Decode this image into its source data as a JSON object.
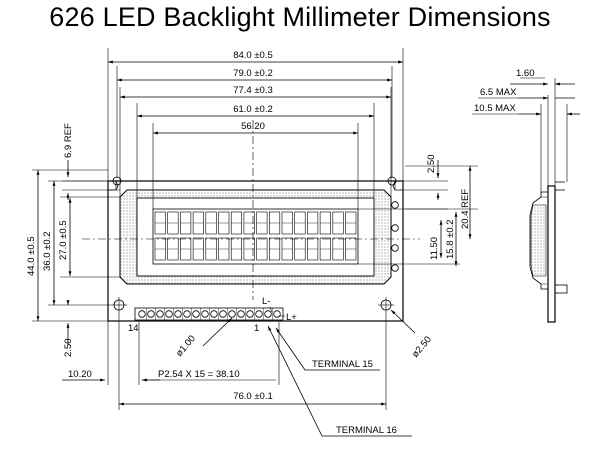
{
  "title": "626 LED Backlight Millimeter Dimensions",
  "top_dims": [
    "84.0 ±0.5",
    "79.0 ±0.2",
    "77.4 ±0.3",
    "61.0 ±0.2",
    "56.20"
  ],
  "left_dims": [
    "6.9 REF",
    "44.0 ±0.5",
    "36.0 ±0.2",
    "27.0 ±0.5",
    "2.50"
  ],
  "right_dims": [
    "2.50",
    "20.4 REF",
    "11.50",
    "15.8 ±0.2"
  ],
  "bottom_dims": [
    "10.20",
    "P2.54 X 15 = 38.10",
    "76.0 ±0.1"
  ],
  "hole_dims": [
    "ø1.00",
    "ø2.50"
  ],
  "pin_labels": [
    "14",
    "1",
    "L-",
    "L+"
  ],
  "terminal_labels": [
    "TERMINAL 15",
    "TERMINAL 16"
  ],
  "side_dims": [
    "1.60",
    "6.5 MAX",
    "10.5 MAX"
  ]
}
